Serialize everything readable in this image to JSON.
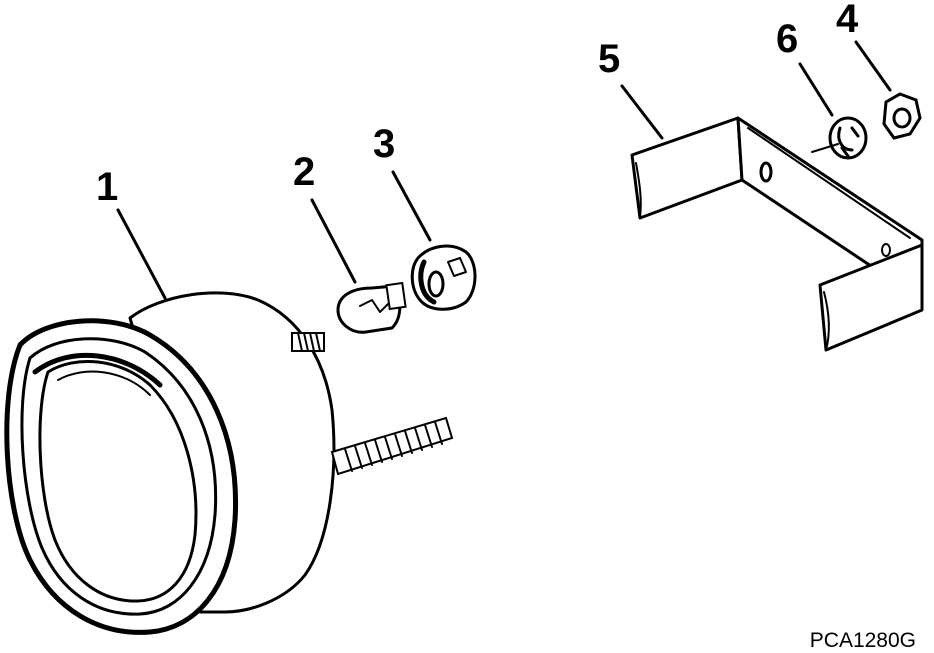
{
  "callouts": {
    "c1": "1",
    "c2": "2",
    "c3": "3",
    "c4": "4",
    "c5": "5",
    "c6": "6"
  },
  "figure_code": "PCA1280G"
}
